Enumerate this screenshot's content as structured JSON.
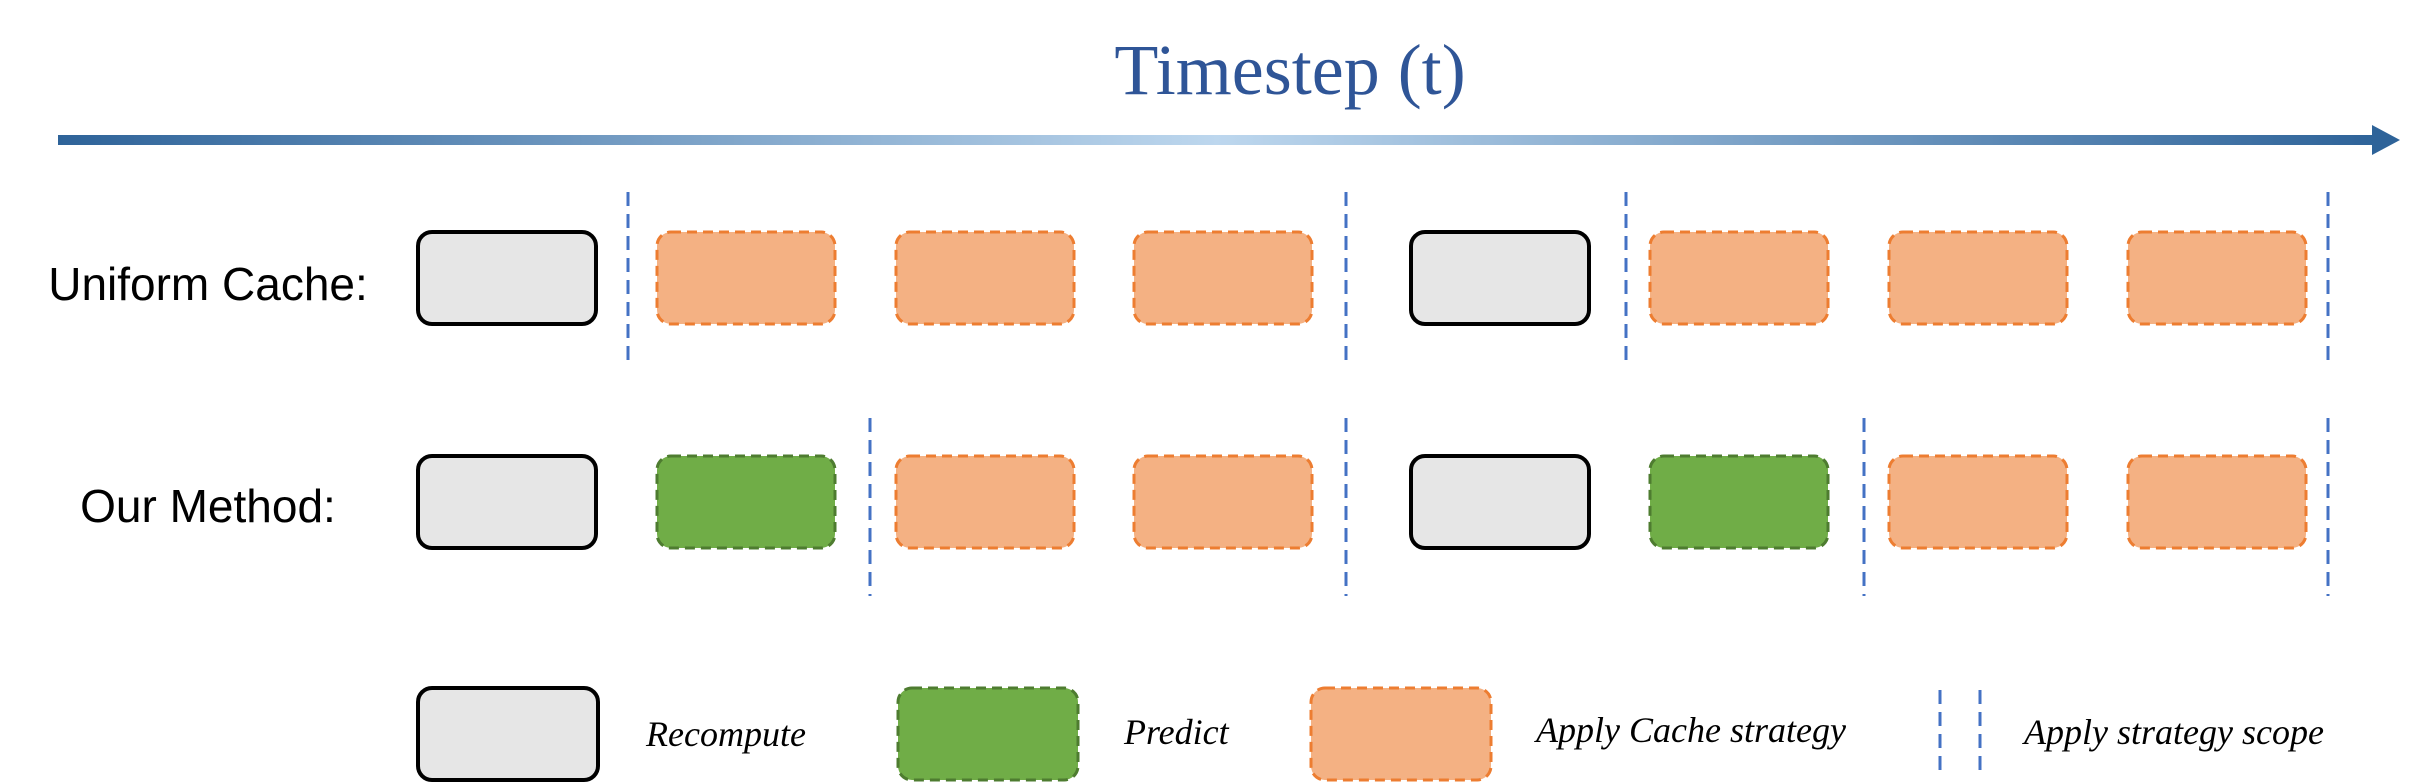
{
  "title": "Timestep (t)",
  "colors": {
    "title": "#2F5597",
    "arrow_dark": "#2E6399",
    "arrow_light": "#BDD7EE",
    "recompute_fill": "#E6E6E6",
    "recompute_stroke": "#000000",
    "predict_fill": "#70AD47",
    "predict_stroke": "#4E7C30",
    "cache_fill": "#F4B183",
    "cache_stroke": "#ED7D31",
    "scope_line": "#4472C4"
  },
  "rows": [
    {
      "label": "Uniform Cache:",
      "blocks": [
        "recompute",
        "cache",
        "cache",
        "cache",
        "recompute",
        "cache",
        "cache",
        "cache"
      ]
    },
    {
      "label": "Our Method:",
      "blocks": [
        "recompute",
        "predict",
        "cache",
        "cache",
        "recompute",
        "predict",
        "cache",
        "cache"
      ]
    }
  ],
  "legend": {
    "recompute": "Recompute",
    "predict": "Predict",
    "cache": "Apply Cache strategy",
    "scope": "Apply strategy scope"
  }
}
